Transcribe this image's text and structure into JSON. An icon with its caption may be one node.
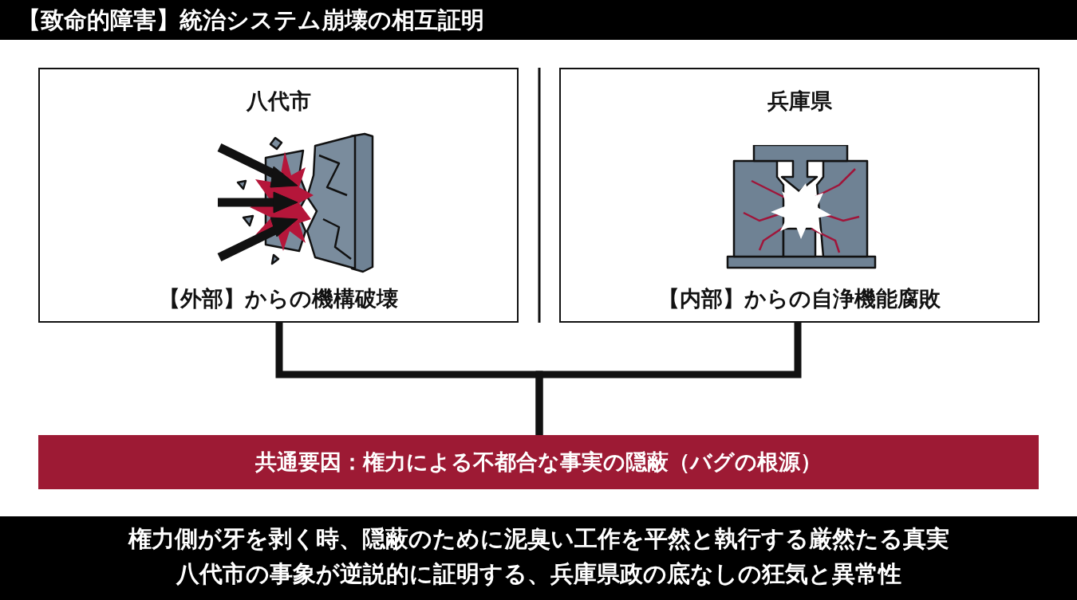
{
  "diagram": {
    "title": "【致命的障害】統治システム崩壊の相互証明",
    "nodes": [
      {
        "text": [
          "八代市",
          "【外部】からの機構破壊"
        ]
      },
      {
        "text": [
          "兵庫県",
          "【内部】からの自浄機能腐敗"
        ]
      },
      {
        "text": [
          "共通要因：権力による不都合な事実の隠蔽（バグの根源）"
        ]
      }
    ],
    "edges": [
      {
        "from": 0,
        "to": 2,
        "arrow": "none"
      },
      {
        "from": 1,
        "to": 2,
        "arrow": "none"
      }
    ],
    "labels": [
      "権力側が牙を剥く時、隠蔽のために泥臭い工作を平然と執行する厳然たる真実",
      "八代市の事象が逆説的に証明する、兵庫県政の底なしの狂気と異常性"
    ]
  }
}
